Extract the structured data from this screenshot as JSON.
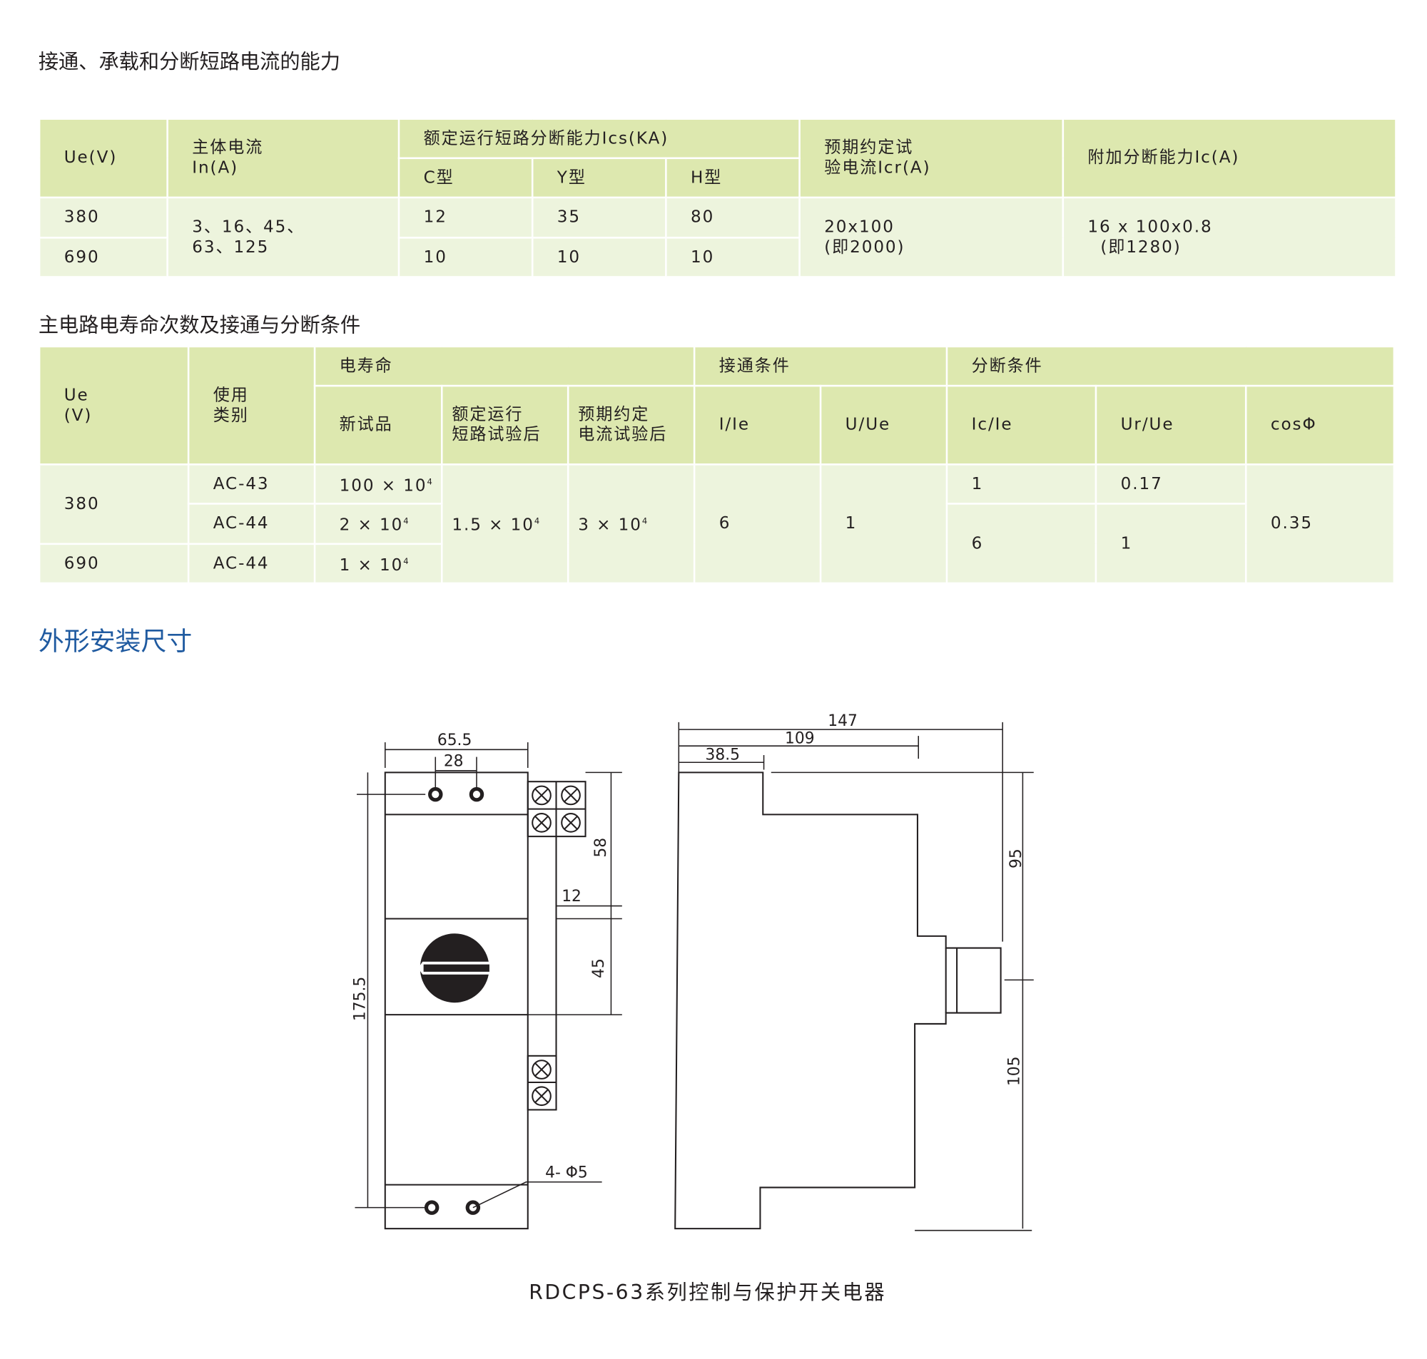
{
  "section1_title": "接通、承载和分断短路电流的能力",
  "table1": {
    "headers": {
      "ue": "Ue(V)",
      "in_line1": "主体电流",
      "in_line2": "In(A)",
      "ics": "额定运行短路分断能力Ics(KA)",
      "c_type": "C型",
      "y_type": "Y型",
      "h_type": "H型",
      "icr_line1": "预期约定试",
      "icr_line2": "验电流Icr(A)",
      "ic": "附加分断能力Ic(A)"
    },
    "rows": [
      {
        "ue": "380",
        "c": "12",
        "y": "35",
        "h": "80"
      },
      {
        "ue": "690",
        "c": "10",
        "y": "10",
        "h": "10"
      }
    ],
    "in_line1": "3、16、45、",
    "in_line2": "63、125",
    "icr_line1": "20x100",
    "icr_line2": "(即2000)",
    "ic_line1": "16 x 100x0.8",
    "ic_line2": "(即1280)"
  },
  "section2_title": "主电路电寿命次数及接通与分断条件",
  "table2": {
    "headers": {
      "ue_line1": "Ue",
      "ue_line2": "(V)",
      "cat_line1": "使用",
      "cat_line2": "类别",
      "life": "电寿命",
      "make": "接通条件",
      "break": "分断条件",
      "new": "新试品",
      "after_ics_line1": "额定运行",
      "after_ics_line2": "短路试验后",
      "after_icr_line1": "预期约定",
      "after_icr_line2": "电流试验后",
      "i_ie": "I/Ie",
      "u_ue": "U/Ue",
      "ic_ie": "Ic/Ie",
      "ur_ue": "Ur/Ue",
      "cos": "cosΦ"
    },
    "ue_380": "380",
    "ue_690": "690",
    "rows": [
      {
        "cat": "AC-43",
        "new": "100 × 10",
        "new_exp": "4",
        "ic_ie": "1",
        "ur_ue": "0.17"
      },
      {
        "cat": "AC-44",
        "new": "2 × 10",
        "new_exp": "4"
      },
      {
        "cat": "AC-44",
        "new": "1 × 10",
        "new_exp": "4"
      }
    ],
    "after_ics": "1.5 × 10",
    "after_ics_exp": "4",
    "after_icr": "3 × 10",
    "after_icr_exp": "4",
    "i_ie": "6",
    "u_ue": "1",
    "ic_ie_44": "6",
    "ur_ue_44": "1",
    "cos": "0.35"
  },
  "section3_title": "外形安装尺寸",
  "drawing": {
    "front": {
      "width": "65.5",
      "hole_spacing": "28",
      "height": "175.5",
      "d58": "58",
      "d12": "12",
      "d45": "45",
      "holes": "4- Φ5"
    },
    "side": {
      "depth": "147",
      "d109": "109",
      "d38": "38.5",
      "d95": "95",
      "d105": "105"
    }
  },
  "caption": "RDCPS-63系列控制与保护开关电器",
  "colors": {
    "header": "#dde8af",
    "body": "#edf4dd",
    "heading_blue": "#1f5aa0"
  }
}
